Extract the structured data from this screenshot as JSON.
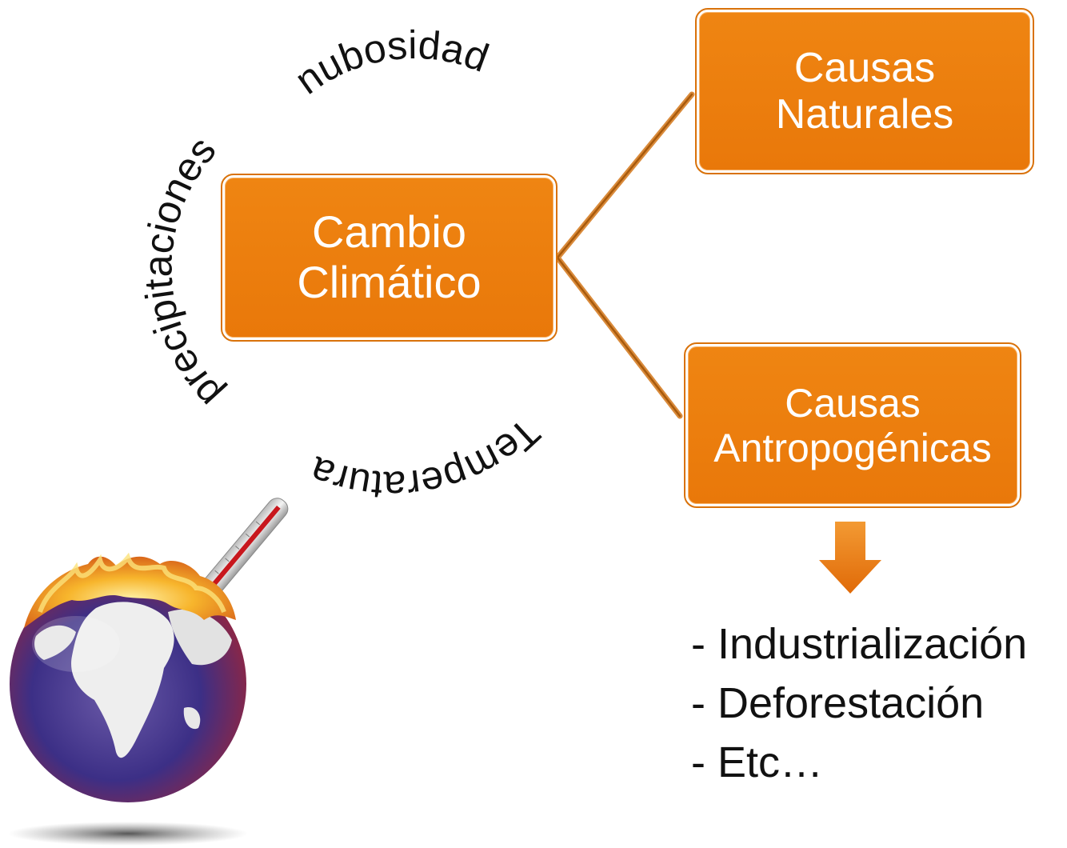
{
  "diagram": {
    "center_node": {
      "line1": "Cambio",
      "line2": "Climático"
    },
    "natural_node": {
      "line1": "Causas",
      "line2": "Naturales"
    },
    "anthropogenic_node": {
      "line1": "Causas",
      "line2": "Antropogénicas"
    },
    "curved_labels": {
      "top": "nubosidad",
      "left": "precipitaciones",
      "bottom": "Temperatura"
    },
    "anthropogenic_list": [
      "- Industrialización",
      "- Deforestación",
      "- Etc…"
    ]
  },
  "colors": {
    "node_fill": "#ef8512",
    "connector": "#c0670d",
    "arrow": "#e8700b",
    "text_dark": "#111111"
  },
  "icons": {
    "illustration": "burning-globe-thermometer-icon",
    "arrow": "down-arrow-icon"
  }
}
